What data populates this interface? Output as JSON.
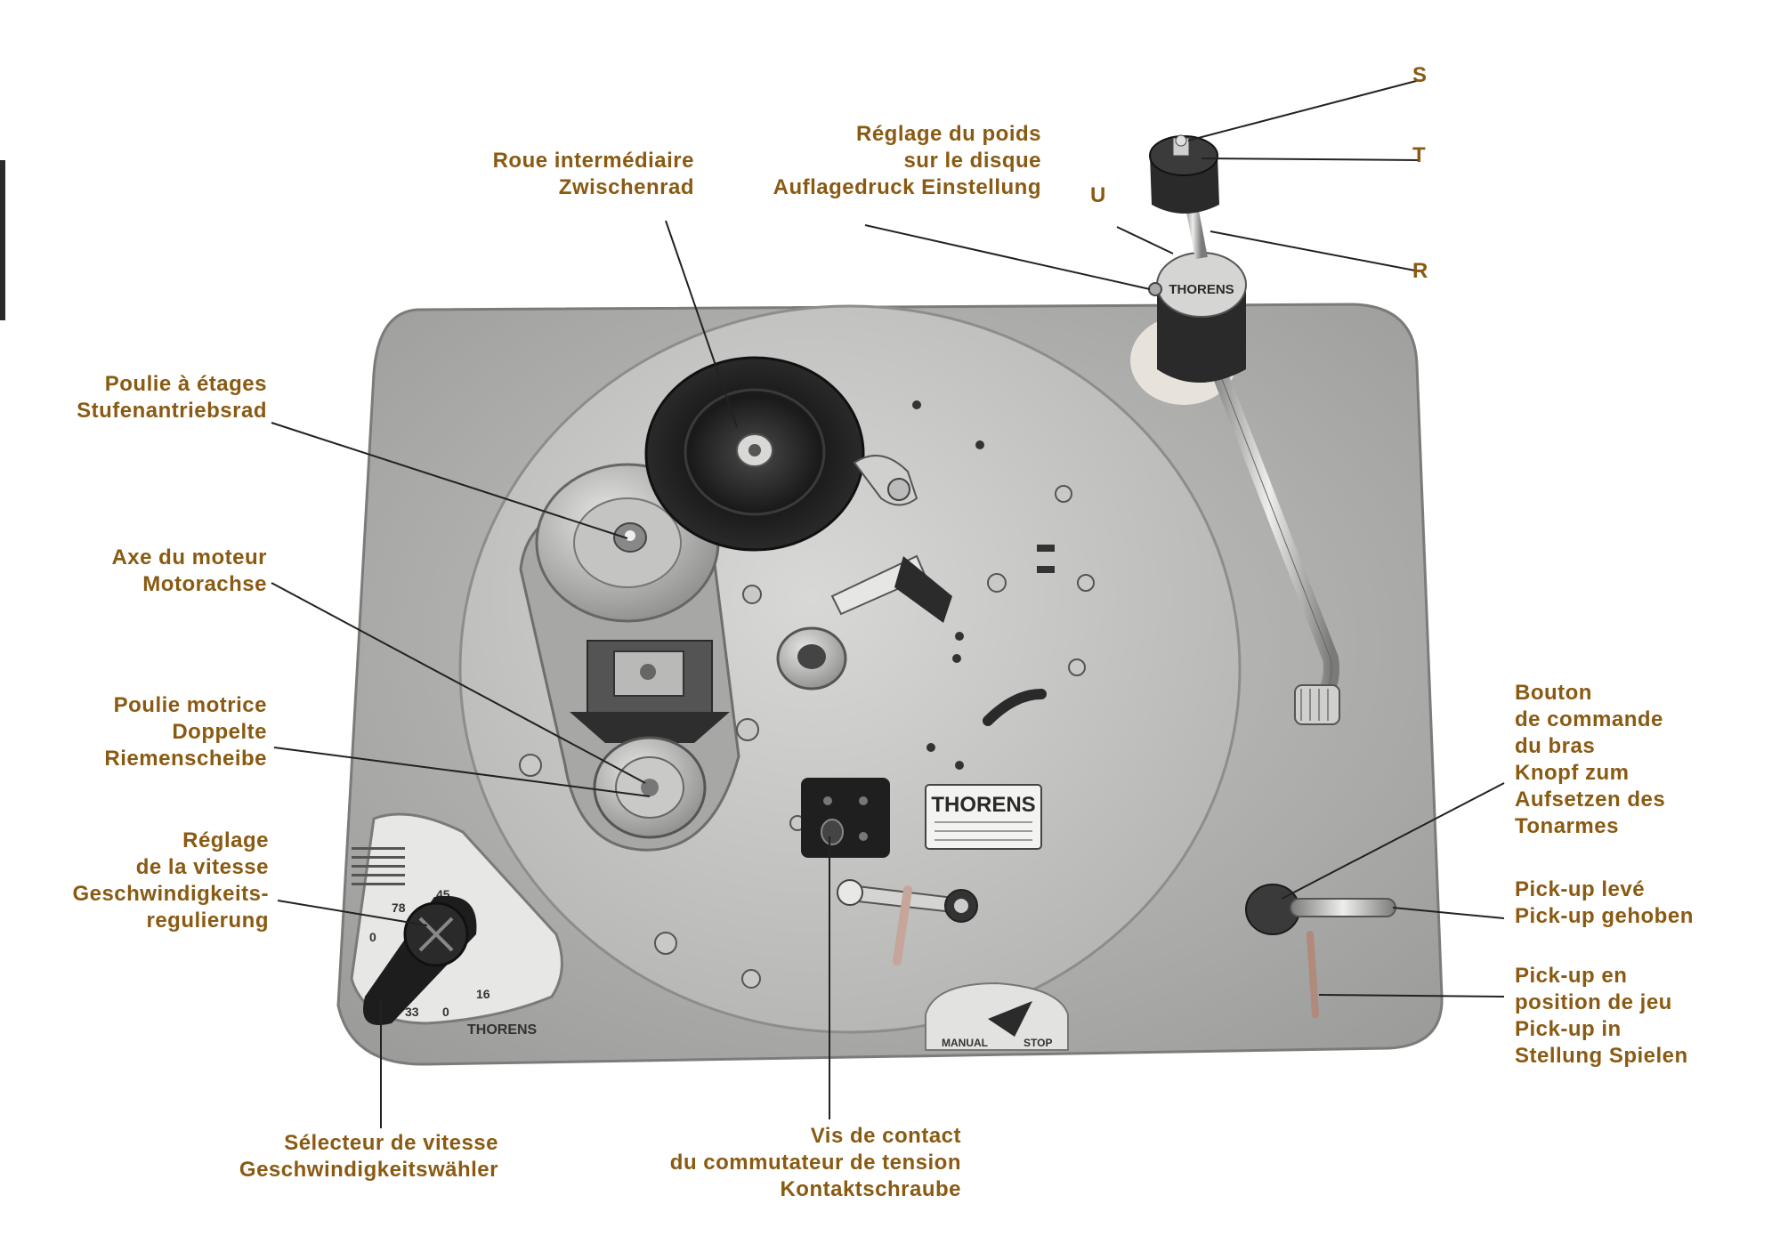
{
  "labels": {
    "roue": [
      "Roue intermédiaire",
      "Zwischenrad"
    ],
    "poids": [
      "Réglage du poids",
      "sur le disque",
      "Auflagedruck Einstellung"
    ],
    "letter_s": "S",
    "letter_t": "T",
    "letter_u": "U",
    "letter_r": "R",
    "poulie_etages": [
      "Poulie à étages",
      "Stufenantriebsrad"
    ],
    "axe": [
      "Axe du moteur",
      "Motorachse"
    ],
    "poulie_motrice": [
      "Poulie motrice",
      "Doppelte",
      "Riemenscheibe"
    ],
    "reglage_vitesse": [
      "Réglage",
      "de la vitesse",
      "Geschwindigkeits-",
      "regulierung"
    ],
    "selecteur": [
      "Sélecteur de vitesse",
      "Geschwindigkeitswähler"
    ],
    "vis_contact": [
      "Vis de contact",
      "du commutateur de tension",
      "Kontaktschraube"
    ],
    "bouton": [
      "Bouton",
      "de commande",
      "du bras",
      "Knopf zum",
      "Aufsetzen des",
      "Tonarmes"
    ],
    "pickup_leve": [
      "Pick-up levé",
      "Pick-up gehoben"
    ],
    "pickup_jeu": [
      "Pick-up en",
      "position de jeu",
      "Pick-up in",
      "Stellung Spielen"
    ]
  },
  "device": {
    "brand_plate": "THORENS",
    "arm_brand": "THORENS",
    "selector_brand": "THORENS",
    "speed_marks": [
      "78",
      "0",
      "45",
      "16",
      "33",
      "0"
    ],
    "switch_manual": "MANUAL",
    "switch_stop": "STOP"
  },
  "colors": {
    "label": "#8a5a12",
    "leader": "#222222",
    "chassis": "#b3b3b1",
    "platter": "#c7c8c6"
  }
}
